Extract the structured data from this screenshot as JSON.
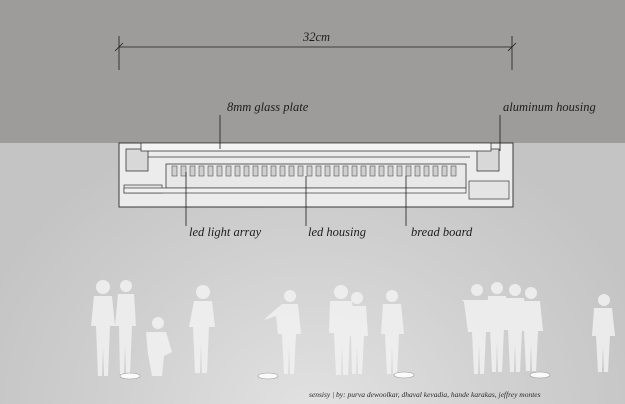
{
  "dimension": {
    "label": "32cm"
  },
  "callouts": {
    "glass_plate": "8mm glass plate",
    "aluminum_housing": "aluminum housing",
    "led_light_array": "led light array",
    "led_housing": "led housing",
    "bread_board": "bread board"
  },
  "credit": "sensisy | by: purva dewoolkar, dhaval kevadia, hande karakas, jeffrey montes",
  "colors": {
    "ceiling": "#9e9c9b",
    "wall": "#c9c9c9",
    "fixture": "#ececec",
    "line": "#1c1c1c",
    "figures": "#f2f2f2"
  }
}
